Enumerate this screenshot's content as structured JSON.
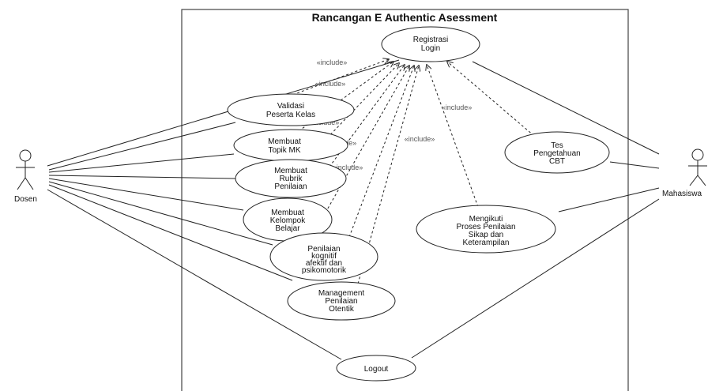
{
  "diagram": {
    "title": "Rancangan E Authentic Asessment",
    "actors": {
      "dosen": "Dosen",
      "mahasiswa": "Mahasiswa"
    },
    "use_cases": [
      {
        "id": "registrasi-login",
        "lines": [
          "Registrasi",
          "Login"
        ]
      },
      {
        "id": "validasi-peserta-kelas",
        "lines": [
          "Validasi",
          "Peserta Kelas"
        ]
      },
      {
        "id": "membuat-topik-mk",
        "lines": [
          "Membuat",
          "Topik MK"
        ]
      },
      {
        "id": "membuat-rubrik-penilaian",
        "lines": [
          "Membuat",
          "Rubrik",
          "Penilaian"
        ]
      },
      {
        "id": "membuat-kelompok-belajar",
        "lines": [
          "Membuat",
          "Kelompok",
          "Belajar"
        ]
      },
      {
        "id": "penilaian-kognitif",
        "lines": [
          "Penilaian",
          "kognitif",
          "afektif dan",
          "psikomotorik"
        ]
      },
      {
        "id": "management-penilaian-otentik",
        "lines": [
          "Management",
          "Penilaian",
          "Otentik"
        ]
      },
      {
        "id": "logout",
        "lines": [
          "Logout"
        ]
      },
      {
        "id": "tes-pengetahuan-cbt",
        "lines": [
          "Tes",
          "Pengetahuan",
          "CBT"
        ]
      },
      {
        "id": "mengikuti-proses-penilaian",
        "lines": [
          "Mengikuti",
          "Proses Penilaian",
          "Sikap dan",
          "Keterampilan"
        ]
      }
    ],
    "include_labels": [
      "«include»",
      "«include»",
      "«include»",
      "«include»",
      "«include»",
      "«include»",
      "«include»",
      "«include»"
    ]
  }
}
